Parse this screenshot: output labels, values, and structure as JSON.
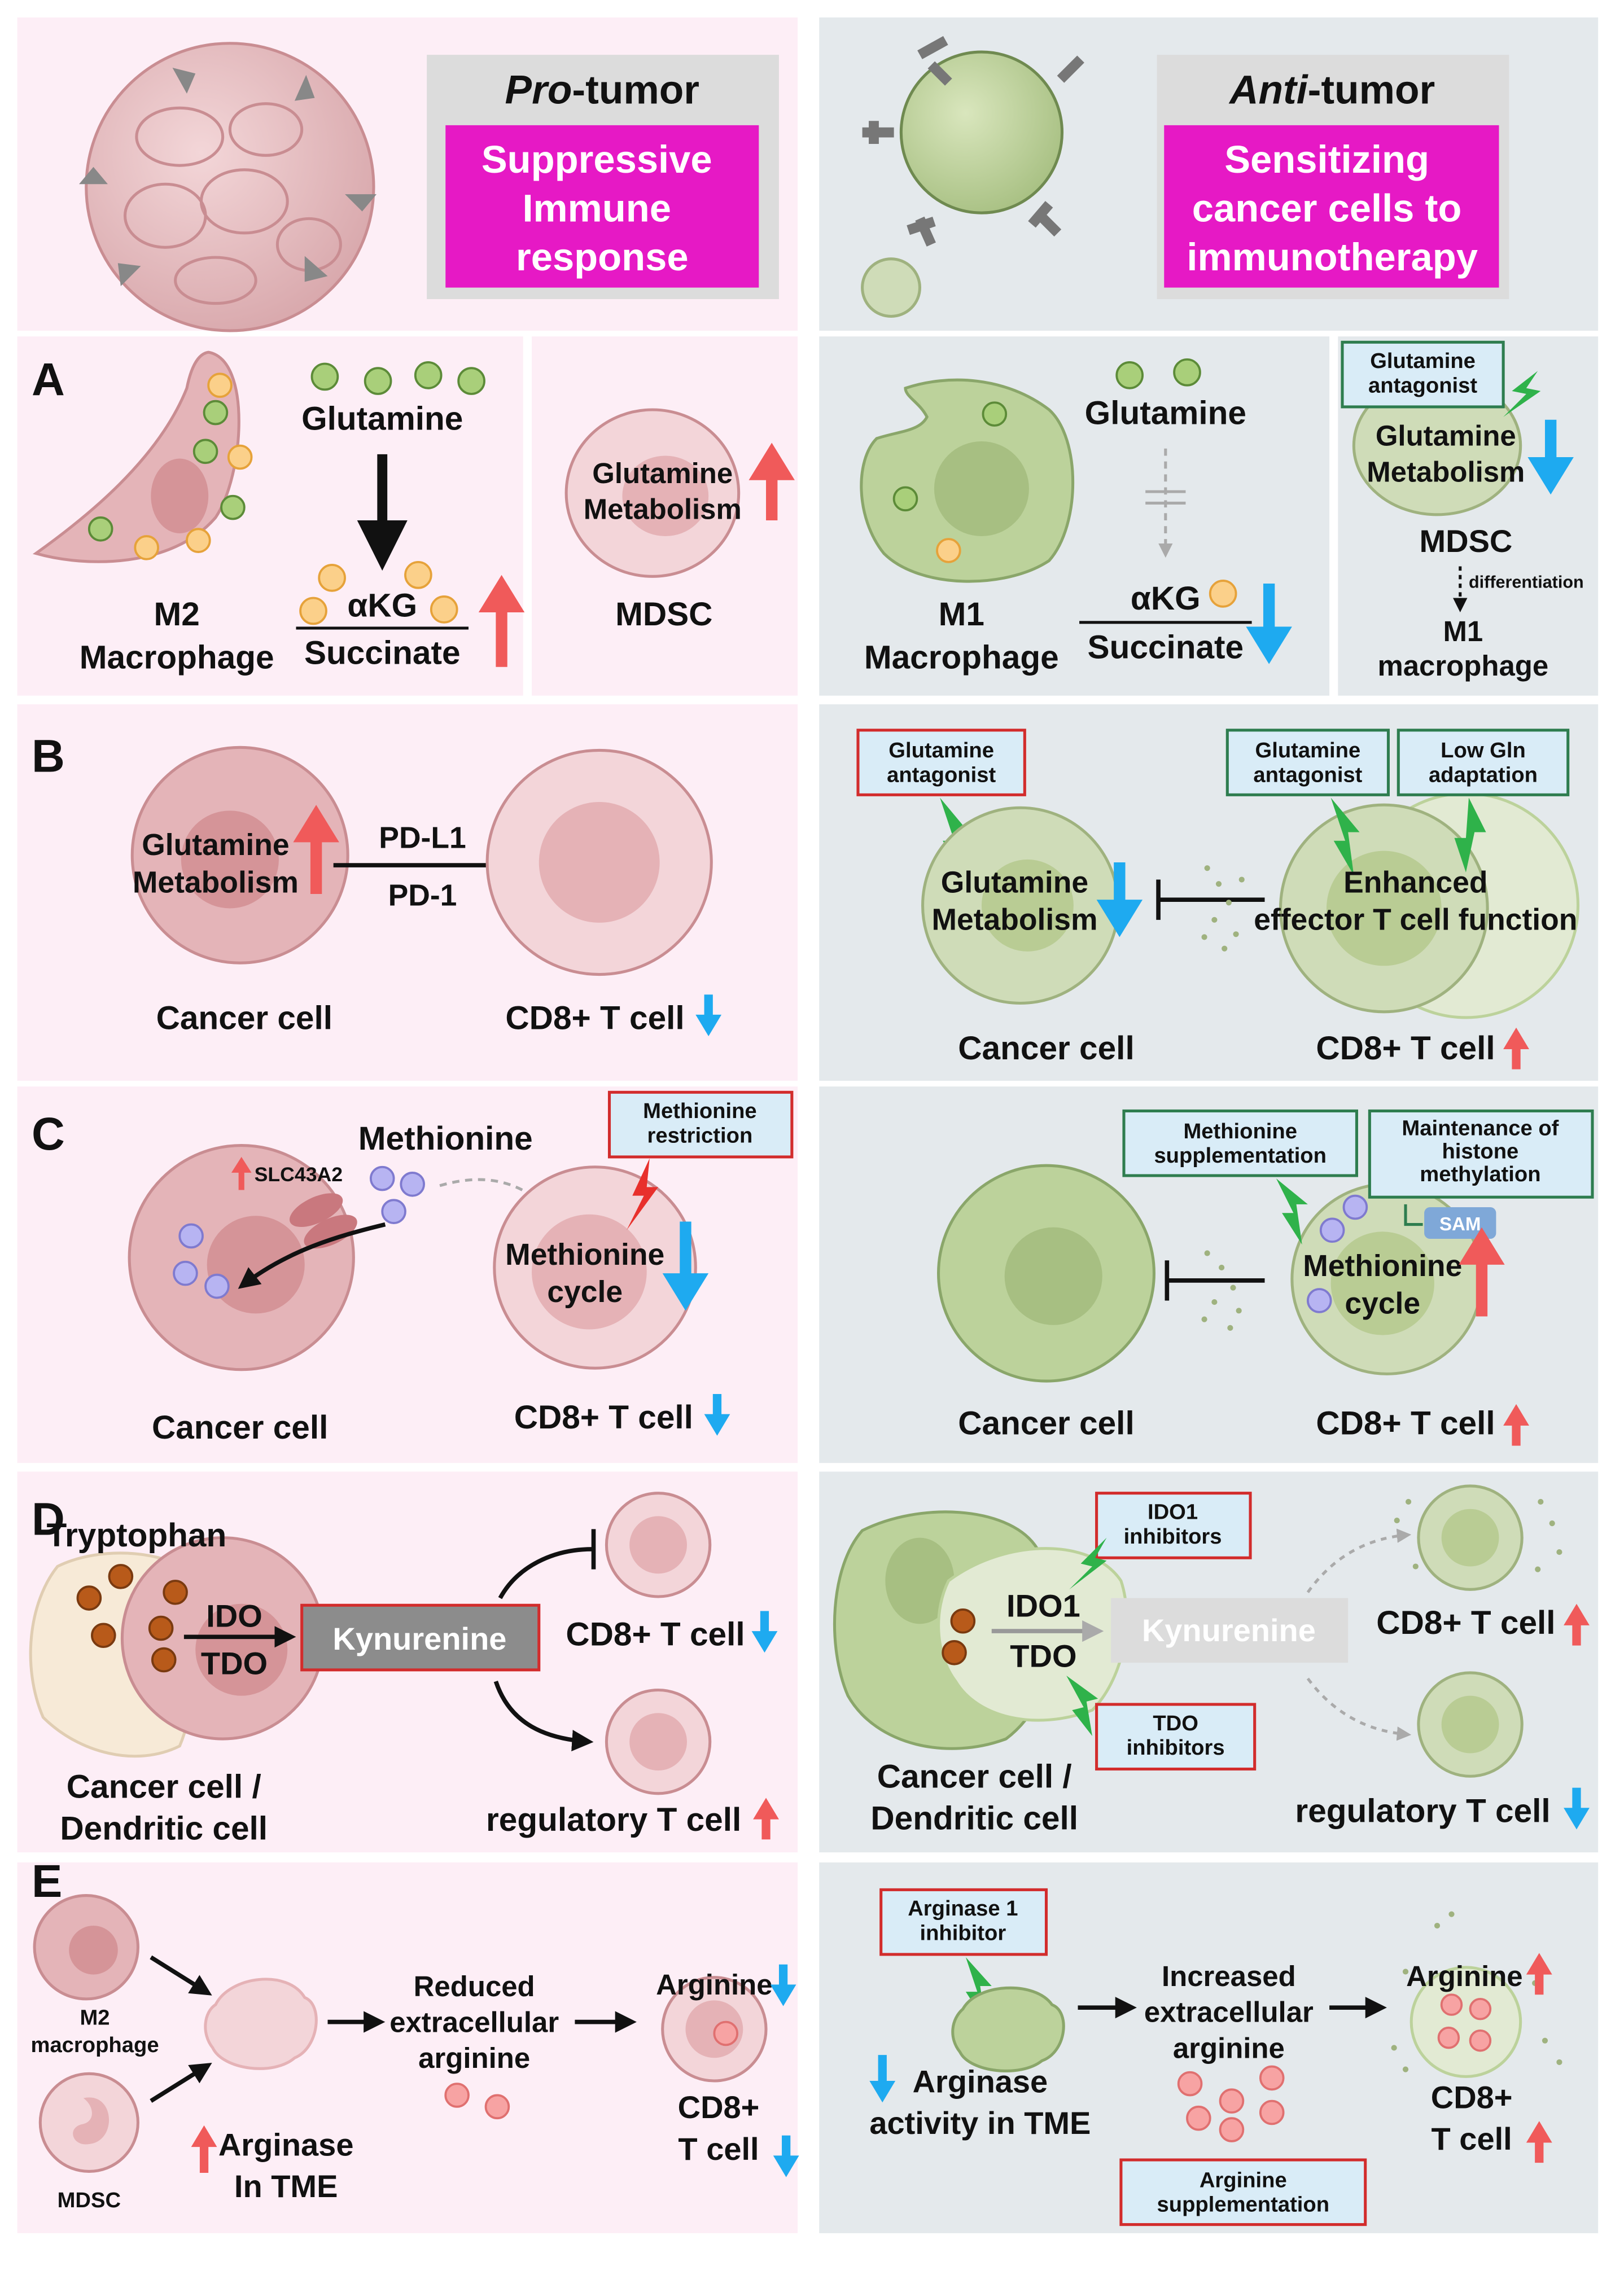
{
  "header": {
    "pro": {
      "italic": "Pro",
      "rest": "-tumor",
      "box": [
        "Suppressive",
        "Immune",
        "response"
      ]
    },
    "anti": {
      "italic": "Anti",
      "rest": "-tumor",
      "box": [
        "Sensitizing",
        "cancer cells to",
        "immunotherapy"
      ]
    }
  },
  "panelA": {
    "letter": "A",
    "glutamine": "Glutamine",
    "akg": "αKG",
    "succinate": "Succinate",
    "m2": [
      "M2",
      "Macrophage"
    ],
    "mdsc_metab": [
      "Glutamine",
      "Metabolism"
    ],
    "mdsc": "MDSC",
    "m1": [
      "M1",
      "Macrophage"
    ],
    "antagonist": [
      "Glutamine",
      "antagonist"
    ],
    "differentiation": "differentiation",
    "m1_macro": [
      "M1",
      "macrophage"
    ]
  },
  "panelB": {
    "letter": "B",
    "metab": [
      "Glutamine",
      "Metabolism"
    ],
    "pdl1": "PD-L1",
    "pd1": "PD-1",
    "cancer": "Cancer cell",
    "cd8": "CD8+ T cell",
    "antagonist": [
      "Glutamine",
      "antagonist"
    ],
    "low_gln": [
      "Low Gln",
      "adaptation"
    ],
    "enhanced": [
      "Enhanced",
      "effector T cell function"
    ]
  },
  "panelC": {
    "letter": "C",
    "slc": "SLC43A2",
    "methionine": "Methionine",
    "restriction": [
      "Methionine",
      "restriction"
    ],
    "cycle": [
      "Methionine",
      "cycle"
    ],
    "cancer": "Cancer cell",
    "cd8": "CD8+ T cell",
    "supplementation": [
      "Methionine",
      "supplementation"
    ],
    "maintenance": [
      "Maintenance of",
      "histone",
      "methylation"
    ],
    "sam": "SAM"
  },
  "panelD": {
    "letter": "D",
    "tryptophan": "Tryptophan",
    "ido": "IDO",
    "tdo": "TDO",
    "kynurenine": "Kynurenine",
    "cd8": "CD8+ T cell",
    "treg": "regulatory T cell",
    "cancer_dc": [
      "Cancer cell /",
      "Dendritic cell"
    ],
    "ido1": "IDO1",
    "ido1_inh": [
      "IDO1",
      "inhibitors"
    ],
    "tdo_inh": [
      "TDO",
      "inhibitors"
    ]
  },
  "panelE": {
    "letter": "E",
    "m2": [
      "M2",
      "macrophage"
    ],
    "mdsc": "MDSC",
    "reduced": [
      "Reduced",
      "extracellular",
      "arginine"
    ],
    "arginine": "Arginine",
    "cd8": [
      "CD8+",
      "T cell"
    ],
    "arginase_tme": [
      "Arginase",
      "In TME"
    ],
    "inhibitor": [
      "Arginase 1",
      "inhibitor"
    ],
    "increased": [
      "Increased",
      "extracellular",
      "arginine"
    ],
    "activity": [
      "Arginase",
      "activity in TME"
    ],
    "supp": [
      "Arginine",
      "supplementation"
    ]
  },
  "colors": {
    "pro_bg": "#fdeef6",
    "anti_bg": "#e4e9ec",
    "magenta": "#e619c5",
    "header_gray": "#dcdcdc",
    "up_red": "#f05a5a",
    "down_blue": "#1eaaf0",
    "green_box": "#2e7d4f",
    "red_box": "#d22c2c",
    "label_box_fill": "#d9ecf7",
    "kynurenine_gray": "#8c8c8c"
  }
}
